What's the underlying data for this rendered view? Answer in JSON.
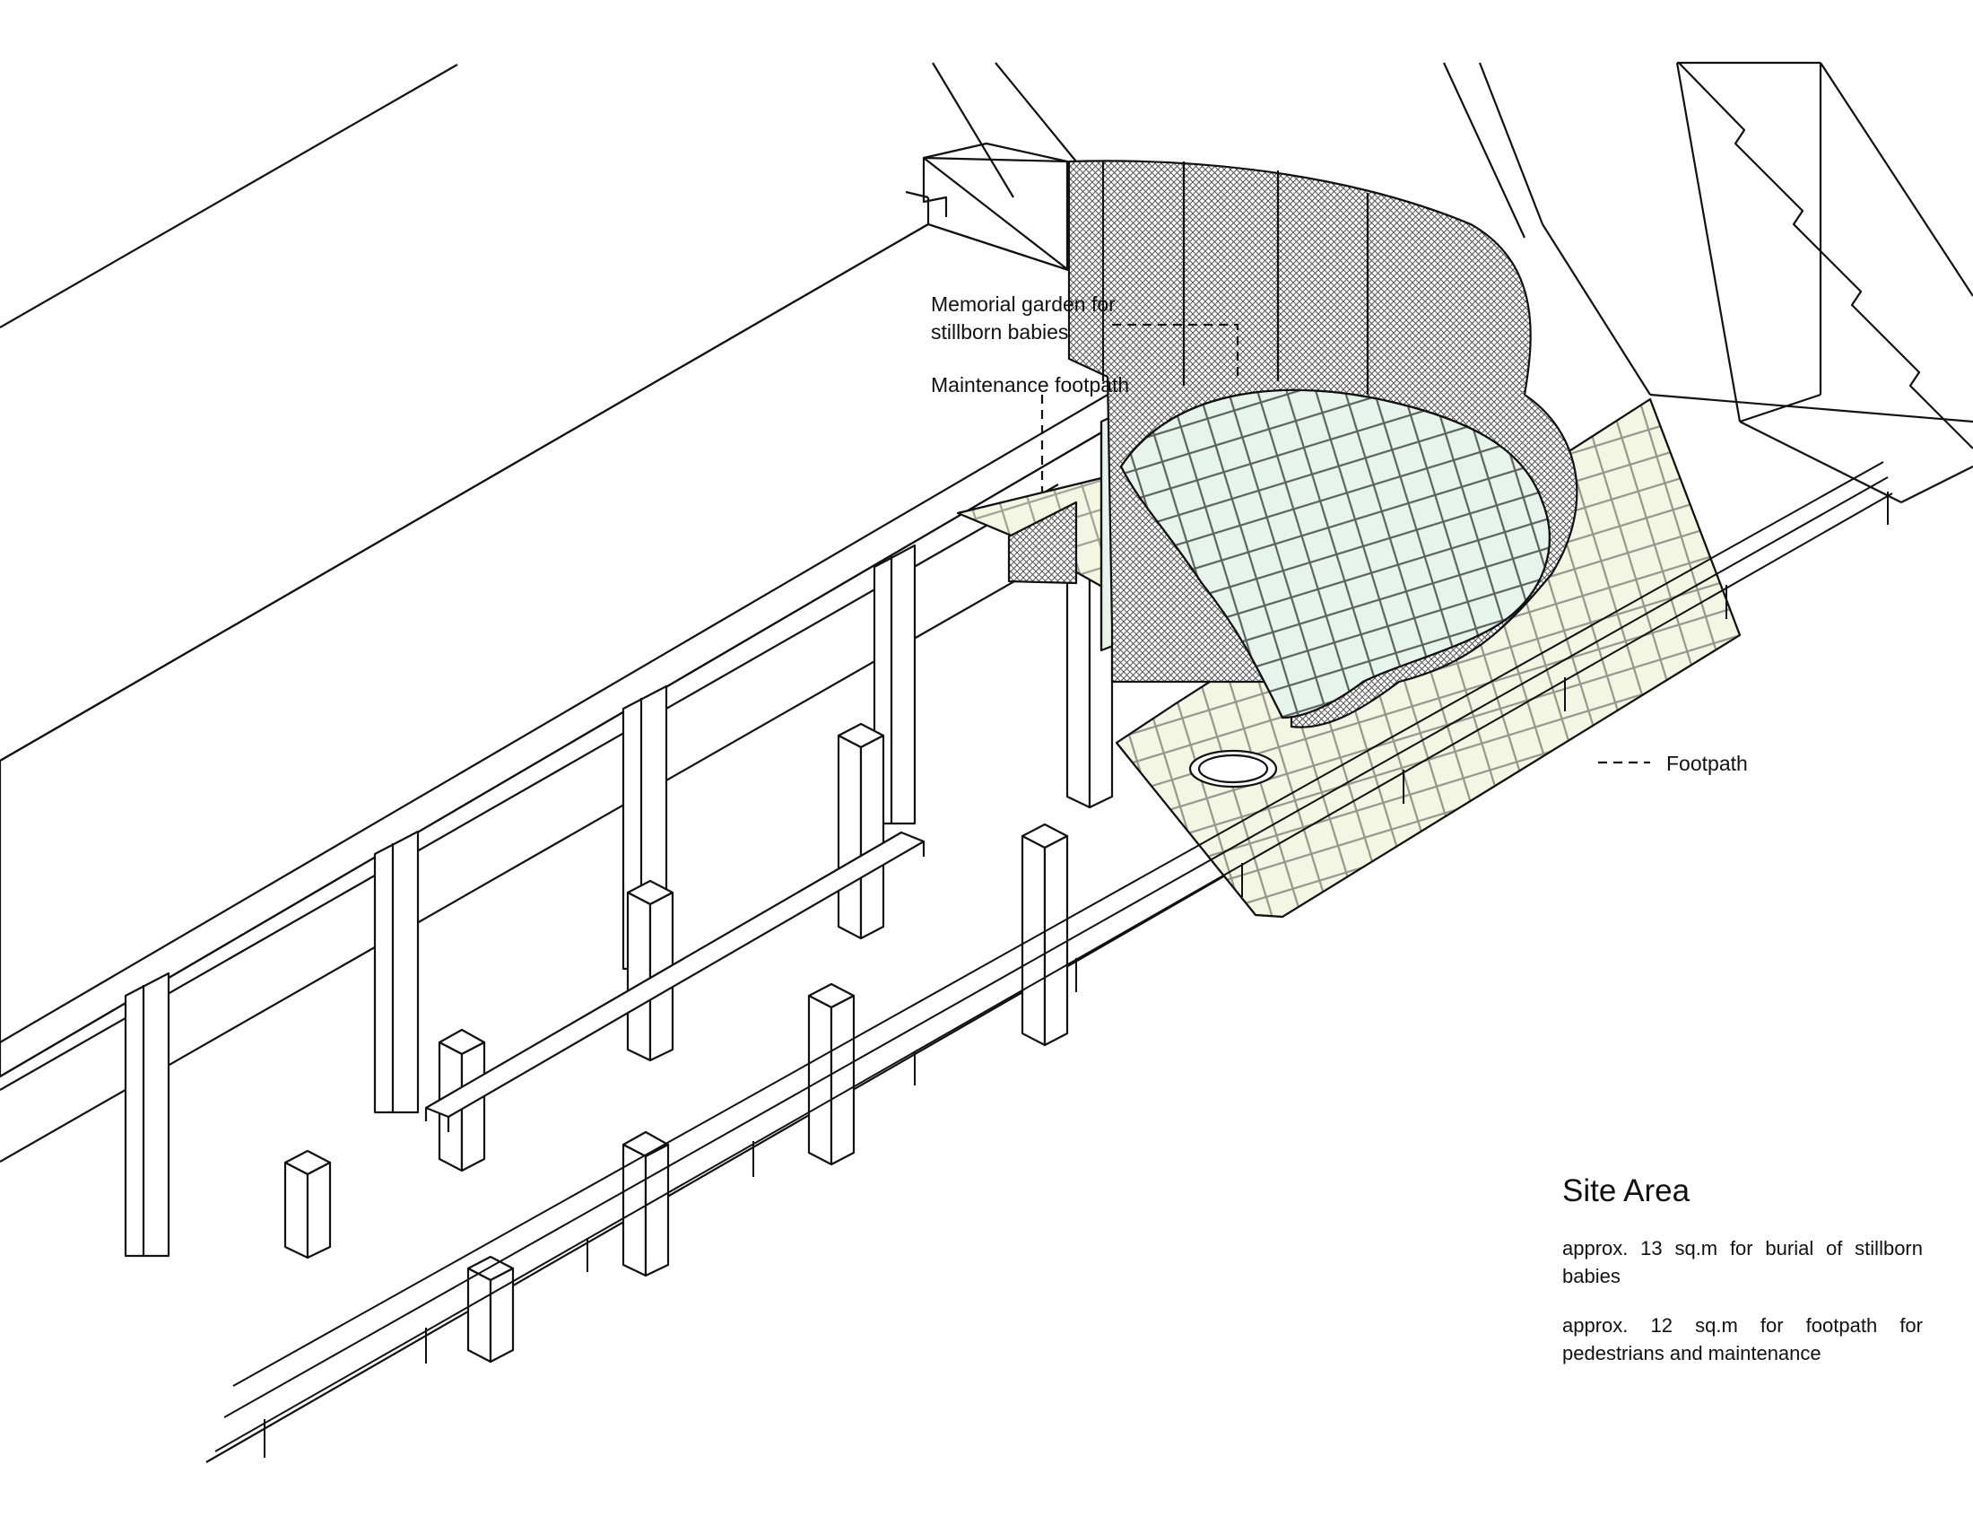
{
  "annotations": {
    "memorial_garden": "Memorial garden for\nstillborn babies",
    "maintenance_footpath": "Maintenance footpath",
    "footpath": "Footpath"
  },
  "site_area": {
    "title": "Site Area",
    "lines": [
      "approx. 13 sq.m for burial of stillborn babies",
      "approx. 12 sq.m for footpath for pedestrians and maintenance"
    ]
  },
  "colors": {
    "line": "#111111",
    "glass_tint": "#e6f4ec",
    "path_tint": "#f3f6e2",
    "mesh_fill": "#9a9a9a"
  }
}
